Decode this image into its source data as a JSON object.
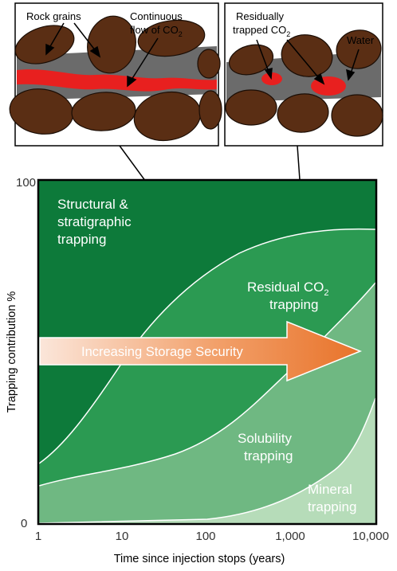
{
  "insets": {
    "left": {
      "label_rock": "Rock grains",
      "label_flow_line1": "Continuous",
      "label_flow_line2": "flow of CO",
      "label_flow_sub": "2"
    },
    "right": {
      "label_residual_line1": "Residually",
      "label_residual_line2": "trapped CO",
      "label_residual_sub": "2",
      "label_water": "Water"
    }
  },
  "chart": {
    "ylabel": "Trapping contribution %",
    "xlabel": "Time since injection stops (years)",
    "y_ticks": [
      "100",
      "0"
    ],
    "x_ticks": [
      "1",
      "10",
      "100",
      "1,000",
      "10,000"
    ],
    "regions": {
      "structural_line1": "Structural &",
      "structural_line2": "stratigraphic",
      "structural_line3": "trapping",
      "residual_line1": "Residual CO",
      "residual_sub": "2",
      "residual_line2": "trapping",
      "solubility_line1": "Solubility",
      "solubility_line2": "trapping",
      "mineral_line1": "Mineral",
      "mineral_line2": "trapping"
    },
    "arrow_label": "Increasing Storage Security",
    "colors": {
      "structural": "#0d7a3a",
      "residual": "#2b9a52",
      "solubility": "#6fb882",
      "mineral": "#b6dcb9",
      "co2": "#e8201f",
      "rock": "#5a2e14",
      "water": "#666666",
      "arrow_end": "#e8772a"
    }
  }
}
